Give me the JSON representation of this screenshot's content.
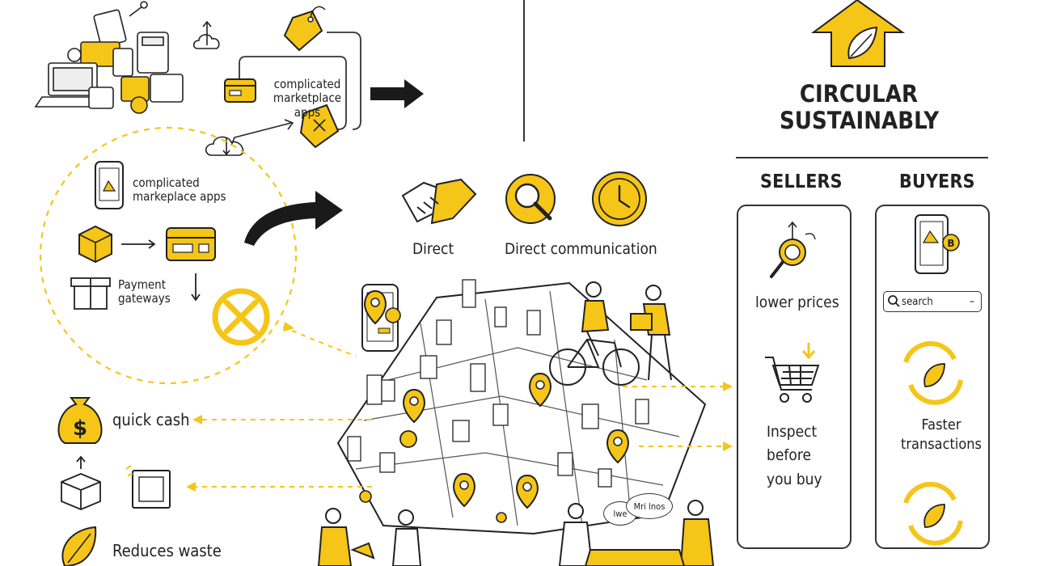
{
  "title": {
    "line1": "CIRCULAR",
    "line2": "SUSTAINABLY"
  },
  "top_left": {
    "label": "complicated\nmarketplace apps"
  },
  "circle": {
    "label_apps": "complicated\nmarkeplace apps",
    "label_payment": "Payment\ngateways"
  },
  "middle": {
    "direct": "Direct",
    "direct_communication": "Direct communication"
  },
  "left_column": {
    "quick_cash": "quick cash",
    "reduces_waste": "Reduces waste"
  },
  "sellers": {
    "heading": "SELLERS",
    "lower_prices": "lower prices",
    "inspect": "Inspect\nbefore\nyou buy"
  },
  "buyers": {
    "heading": "BUYERS",
    "search_placeholder": "search",
    "search_dash": "–",
    "faster": "Faster\ntransactions"
  },
  "speech_bubbles": {
    "b1": "lwe",
    "b2": "Mri lnos"
  },
  "colors": {
    "accent": "#F5C518",
    "ink": "#222222"
  }
}
